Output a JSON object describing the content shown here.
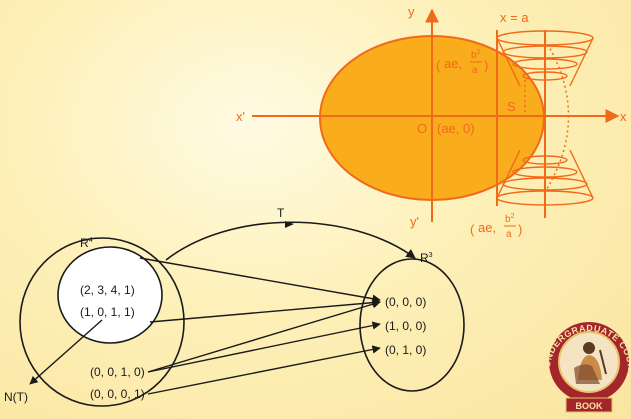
{
  "ellipse_figure": {
    "axis_y_label": "y",
    "axis_y_prime_label": "y'",
    "axis_x_label": "x",
    "axis_x_prime_label": "x'",
    "directrix_label": "x = a",
    "origin_label": "O",
    "focus_label": "S",
    "focus_coord": "(ae, 0)",
    "upper_point_prefix": "ae, ",
    "upper_point_num": "b",
    "upper_point_exp": "2",
    "upper_point_den": "a",
    "lower_point_prefix": "ae, ",
    "lower_point_num": "b",
    "lower_point_exp": "2",
    "lower_point_den": "a",
    "colors": {
      "fill": "#f9ac1c",
      "stroke": "#f06a1a"
    }
  },
  "mapping_figure": {
    "domain_label": "R",
    "domain_exp": "4",
    "codomain_label": "R",
    "codomain_exp": "3",
    "map_label": "T",
    "kernel_label": "N(T)",
    "kernel_vectors": [
      "(2, 3, 4, 1)",
      "(1, 0, 1, 1)"
    ],
    "domain_vectors": [
      "(0, 0, 1, 0)",
      "(0, 0, 0, 1)"
    ],
    "codomain_vectors": [
      "(0, 0, 0)",
      "(1, 0, 0)",
      "(0, 1, 0)"
    ]
  },
  "logo": {
    "text_top": "UNDERGRADUATE COURSE",
    "text_bottom": "BOOK",
    "colors": {
      "primary": "#a3262a",
      "gold": "#e8c36a"
    }
  }
}
